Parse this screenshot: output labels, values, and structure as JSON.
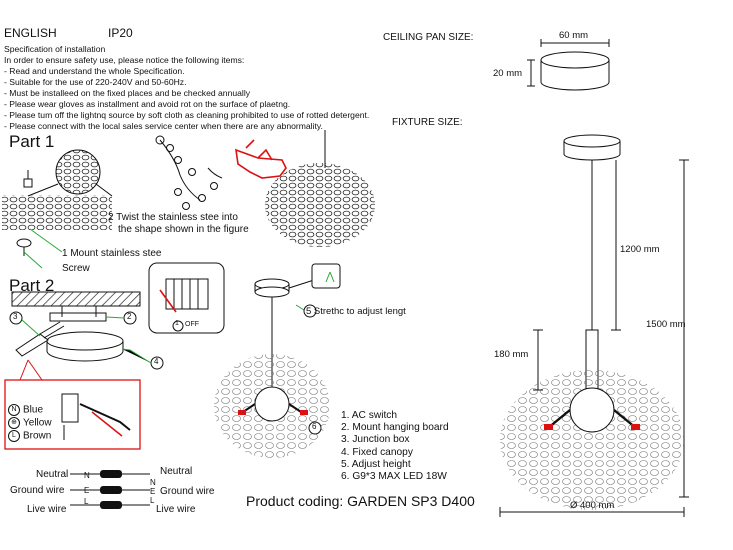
{
  "header": {
    "language": "ENGLISH",
    "ip_rating": "IP20",
    "ceiling_pan_label": "CEILING PAN  SIZE:",
    "fixture_size_label": "FIXTURE SIZE:"
  },
  "specification": [
    "Specification of installation",
    "In order to ensure safety use, please notice the following items:",
    "- Read and understand the whole Specification.",
    "- Suitable for the use of 220-240V and 50-60Hz.",
    "- Must be installeed on the fixed places and be checked annually",
    "- Please wear gloves as installment and avoid rot on the surface of plaetng.",
    "- Please tum off the lightnq source by soft cloth as cleaning prohibited to use of rotted detergent.",
    "- Please connect with the local sales service center when there are any abnormality."
  ],
  "part1": {
    "title": "Part 1",
    "step_twist": "2 Twist the stainless stee into",
    "step_twist_2": "the shape shown in the figure",
    "step_mount": "1 Mount stainless stee",
    "screw": "Screw"
  },
  "part2": {
    "title": "Part 2",
    "callouts": [
      "3",
      "2",
      "4",
      "1",
      "5",
      "6"
    ],
    "off_label": "OFF",
    "stretch_label": "5  Strethc to adjust lengt"
  },
  "wires": {
    "blue": "Blue",
    "yellow": "Yellow",
    "brown": "Brown",
    "blue_mark": "N",
    "yellow_mark": "⊕",
    "brown_mark": "L",
    "neutral_left": "Neutral",
    "ground_left": "Ground wire",
    "live_left": "Live wire",
    "neutral_right": "Neutral",
    "ground_right": "Ground wire",
    "live_right": "Live wire",
    "n": "N",
    "e": "E",
    "l": "L"
  },
  "legend": [
    "1. AC switch",
    "2. Mount hanging board",
    "3. Junction box",
    "4. Fixed canopy",
    "5. Adjust height",
    "6. G9*3 MAX LED 18W"
  ],
  "product_coding": "Product coding: GARDEN SP3 D400",
  "dimensions": {
    "canopy_width": "60 mm",
    "canopy_height": "20 mm",
    "cable_length": "1200 mm",
    "total_height": "1500 mm",
    "rod_length": "180 mm",
    "diameter": "Ø 400 mm"
  }
}
